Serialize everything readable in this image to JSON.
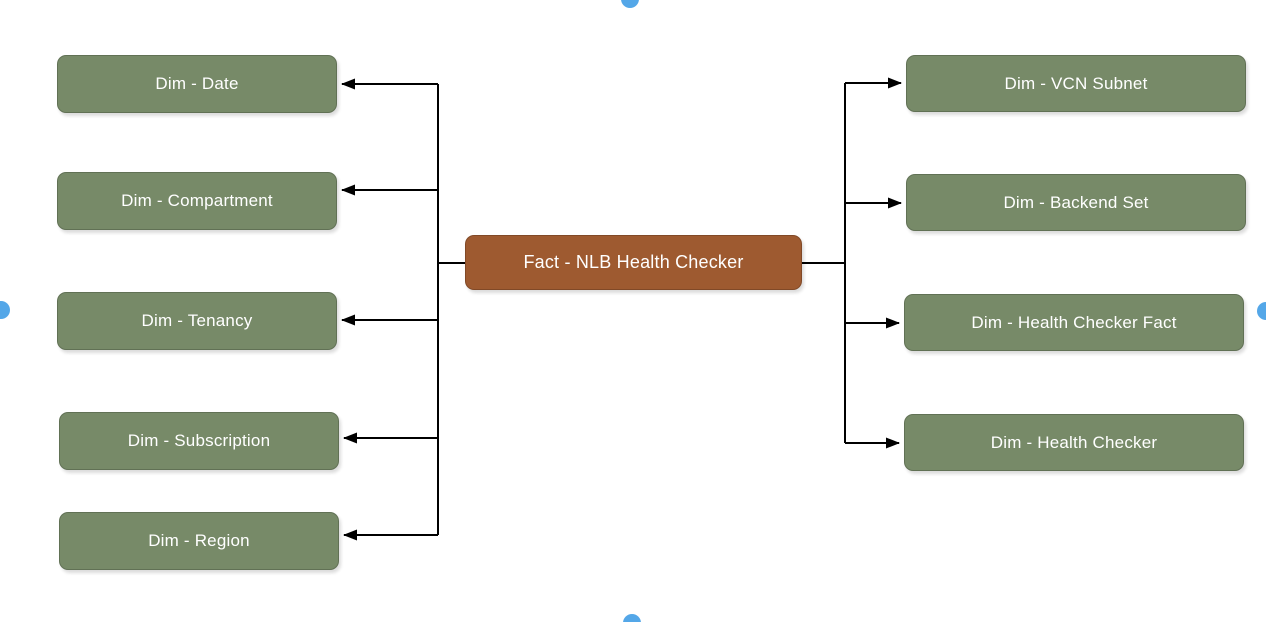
{
  "diagram": {
    "fact": {
      "label": "Fact - NLB Health Checker"
    },
    "left_nodes": [
      {
        "label": "Dim - Date"
      },
      {
        "label": "Dim - Compartment"
      },
      {
        "label": "Dim - Tenancy"
      },
      {
        "label": "Dim - Subscription"
      },
      {
        "label": "Dim - Region"
      }
    ],
    "right_nodes": [
      {
        "label": "Dim - VCN Subnet"
      },
      {
        "label": "Dim - Backend Set"
      },
      {
        "label": "Dim - Health Checker Fact"
      },
      {
        "label": "Dim - Health Checker"
      }
    ],
    "colors": {
      "dimension_fill": "#778A68",
      "fact_fill": "#9E5A30",
      "connector_color": "#000000",
      "handle_blue": "#54A7E8",
      "node_text": "#FFFFFF",
      "canvas_bg": "#FFFFFF"
    }
  }
}
